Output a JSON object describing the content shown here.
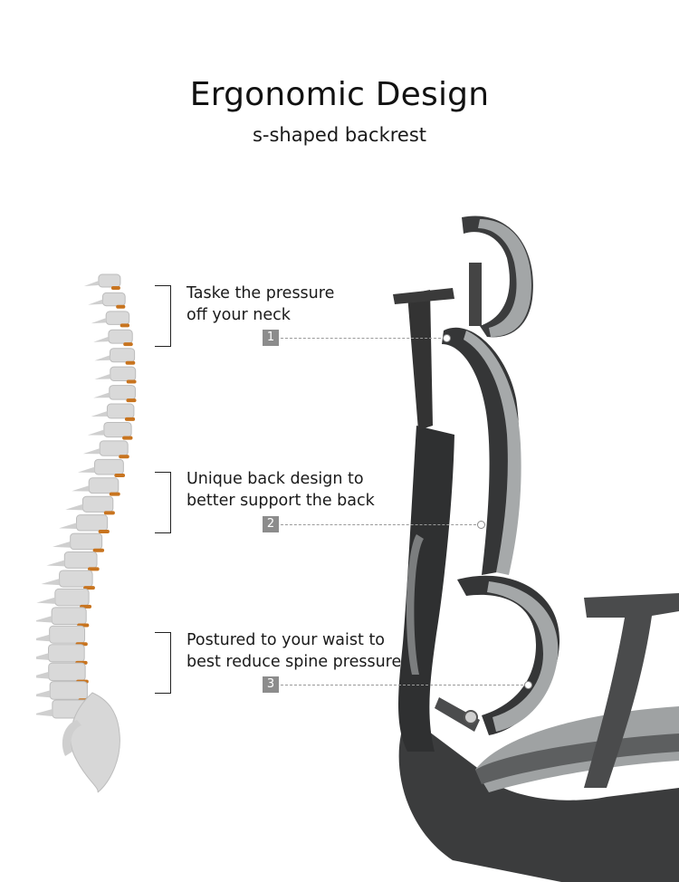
{
  "header": {
    "title": "Ergonomic Design",
    "subtitle": "s-shaped backrest"
  },
  "callouts": [
    {
      "number": "1",
      "line1": "Taske the pressure",
      "line2": "off your neck"
    },
    {
      "number": "2",
      "line1": "Unique back design to",
      "line2": "better support the back"
    },
    {
      "number": "3",
      "line1": "Postured to your waist to",
      "line2": "best reduce spine pressure"
    }
  ],
  "colors": {
    "spine_bone": "#d9d9d9",
    "spine_disc": "#c8741f",
    "chair_frame": "#3a3a3a",
    "chair_mesh": "#a8aaab",
    "marker": "#8c8c8c"
  }
}
